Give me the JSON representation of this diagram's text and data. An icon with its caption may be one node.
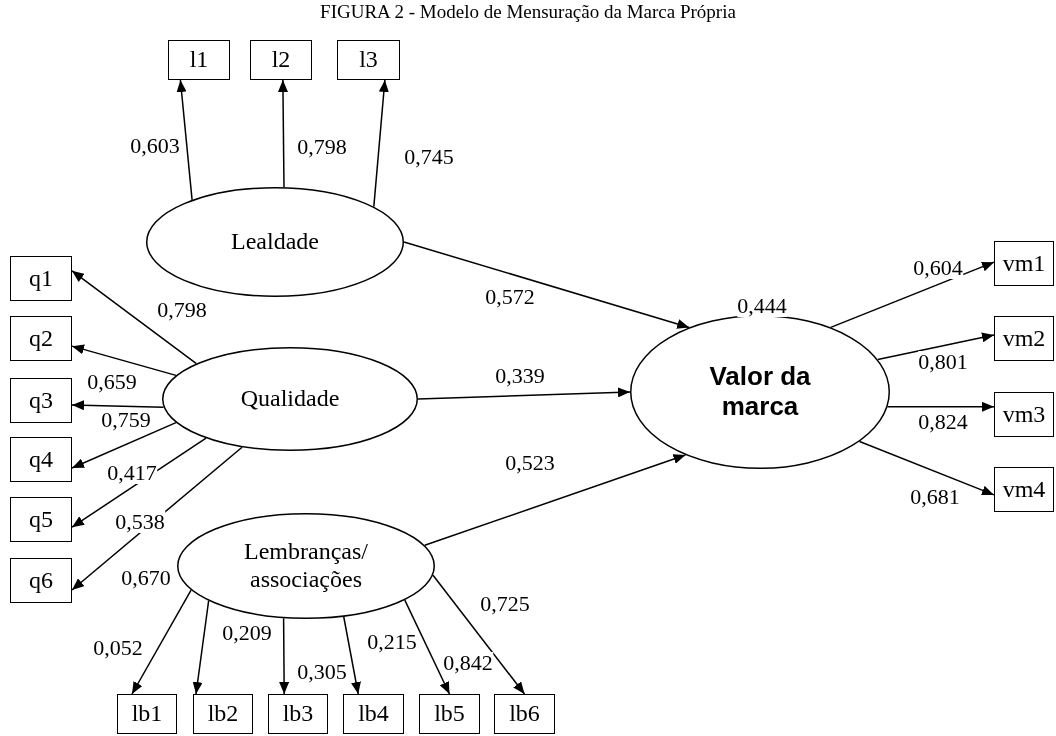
{
  "diagram": {
    "title": "FIGURA 2 - Modelo de Mensuração da Marca Própria",
    "nodes": [
      {
        "text": [
          "l1"
        ]
      },
      {
        "text": [
          "l2"
        ]
      },
      {
        "text": [
          "l3"
        ]
      },
      {
        "text": [
          "Lealdade"
        ]
      },
      {
        "text": [
          "q1"
        ]
      },
      {
        "text": [
          "q2"
        ]
      },
      {
        "text": [
          "q3"
        ]
      },
      {
        "text": [
          "q4"
        ]
      },
      {
        "text": [
          "q5"
        ]
      },
      {
        "text": [
          "q6"
        ]
      },
      {
        "text": [
          "Qualidade"
        ]
      },
      {
        "text": [
          "Lembranças/ associações"
        ]
      },
      {
        "text": [
          "lb1"
        ]
      },
      {
        "text": [
          "lb2"
        ]
      },
      {
        "text": [
          "lb3"
        ]
      },
      {
        "text": [
          "lb4"
        ]
      },
      {
        "text": [
          "lb5"
        ]
      },
      {
        "text": [
          "lb6"
        ]
      },
      {
        "text": [
          "Valor da marca"
        ],
        "beside": [
          "0,444"
        ]
      },
      {
        "text": [
          "vm1"
        ]
      },
      {
        "text": [
          "vm2"
        ]
      },
      {
        "text": [
          "vm3"
        ]
      },
      {
        "text": [
          "vm4"
        ]
      }
    ],
    "edges": [
      {
        "from": 3,
        "to": 0,
        "arrow": "to",
        "label": "0,603"
      },
      {
        "from": 3,
        "to": 1,
        "arrow": "to",
        "label": "0,798"
      },
      {
        "from": 3,
        "to": 2,
        "arrow": "to",
        "label": "0,745"
      },
      {
        "from": 3,
        "to": 18,
        "arrow": "to",
        "label": "0,572"
      },
      {
        "from": 10,
        "to": 18,
        "arrow": "to",
        "label": "0,339"
      },
      {
        "from": 11,
        "to": 18,
        "arrow": "to",
        "label": "0,523"
      },
      {
        "from": 10,
        "to": 4,
        "arrow": "to",
        "label": "0,798"
      },
      {
        "from": 10,
        "to": 5,
        "arrow": "to",
        "label": "0,659"
      },
      {
        "from": 10,
        "to": 6,
        "arrow": "to",
        "label": "0,759"
      },
      {
        "from": 10,
        "to": 7,
        "arrow": "to",
        "label": "0,417"
      },
      {
        "from": 10,
        "to": 8,
        "arrow": "to",
        "label": "0,538"
      },
      {
        "from": 10,
        "to": 9,
        "arrow": "to",
        "label": "0,670"
      },
      {
        "from": 11,
        "to": 12,
        "arrow": "to",
        "label": "0,052"
      },
      {
        "from": 11,
        "to": 13,
        "arrow": "to",
        "label": "0,209"
      },
      {
        "from": 11,
        "to": 14,
        "arrow": "to",
        "label": "0,305"
      },
      {
        "from": 11,
        "to": 15,
        "arrow": "to",
        "label": "0,215"
      },
      {
        "from": 11,
        "to": 16,
        "arrow": "to",
        "label": "0,842"
      },
      {
        "from": 11,
        "to": 17,
        "arrow": "to",
        "label": "0,725"
      },
      {
        "from": 18,
        "to": 19,
        "arrow": "to",
        "label": "0,604"
      },
      {
        "from": 18,
        "to": 20,
        "arrow": "to",
        "label": "0,801"
      },
      {
        "from": 18,
        "to": 21,
        "arrow": "to",
        "label": "0,824"
      },
      {
        "from": 18,
        "to": 22,
        "arrow": "to",
        "label": "0,681"
      }
    ]
  }
}
